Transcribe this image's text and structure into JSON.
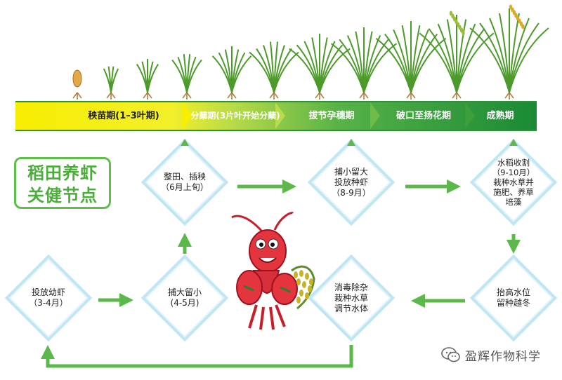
{
  "colors": {
    "band_yellow": "#f7ee00",
    "band_green": "#1a8a35",
    "title_green": "#4cae3a",
    "arrow_green": "#5cb84a",
    "diamond_border": "#bfe6f2"
  },
  "stages": [
    {
      "label": "秧苗期(1–3叶期)"
    },
    {
      "label": "分蘖期(3片叶开始分蘖)"
    },
    {
      "label": "拔节孕穗期"
    },
    {
      "label": "破口至扬花期"
    },
    {
      "label": "成熟期"
    }
  ],
  "title": {
    "line1": "稻田养虾",
    "line2": "关健节点"
  },
  "nodes": {
    "release_juveniles": {
      "lines": [
        "投放幼虾",
        "（3-4月）"
      ]
    },
    "catch_large": {
      "lines": [
        "捕大留小",
        "(4-5月)"
      ]
    },
    "prepare_transplant": {
      "lines": [
        "整田、插秧",
        "（6月上旬）"
      ]
    },
    "stock_breeding": {
      "lines": [
        "捕小留大",
        "投放种虾",
        "（8-9月）"
      ]
    },
    "harvest": {
      "lines": [
        "水稻收割",
        "（9-10月）",
        "栽种水草并",
        "施肥、养草",
        "培藻"
      ]
    },
    "raise_water": {
      "lines": [
        "抬高水位",
        "留种越冬"
      ]
    },
    "disinfect": {
      "lines": [
        "消毒除杂",
        "栽种水草",
        "调节水体"
      ]
    }
  },
  "icons": {
    "mascot": "crayfish-mascot-holding-rice",
    "plants": "rice-growth-stage-illustrations",
    "watermark": "wechat-icon"
  },
  "watermark": {
    "text": "盈辉作物科学"
  }
}
